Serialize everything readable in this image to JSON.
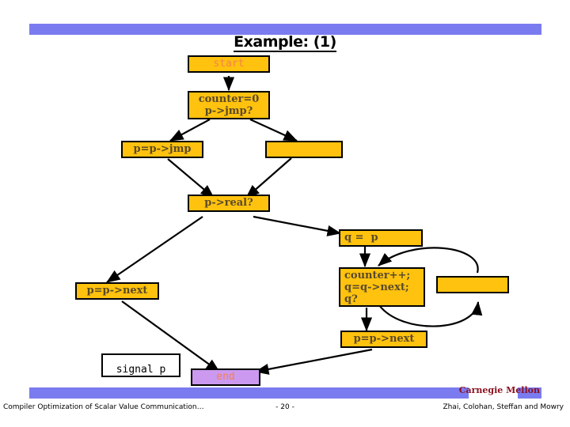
{
  "slide": {
    "title": "Example: (1)",
    "accent_color": "#7b7bf0",
    "node_color": "#ffc20e",
    "terminal_color": "#cc99f0",
    "terminal_text_color": "#f5814c",
    "node_text_color": "#5a4a2a"
  },
  "nodes": {
    "start": "start",
    "init": "counter=0\np->jmp?",
    "jmp_assign": "p=p->jmp",
    "empty_top": "",
    "real_test": "p->real?",
    "q_assign": "q =  p",
    "counter_loop": "counter++;\nq=q->next;\nq?",
    "empty_right": "",
    "p_next_left": "p=p->next",
    "p_next_right": "p=p->next",
    "signal": "signal p",
    "end": "end"
  },
  "footer": {
    "left": "Compiler Optimization of Scalar Value Communication…",
    "page": "- 20 -",
    "authors": "Zhai, Colohan, Steffan and Mowry",
    "institution": "Carnegie Mellon"
  }
}
